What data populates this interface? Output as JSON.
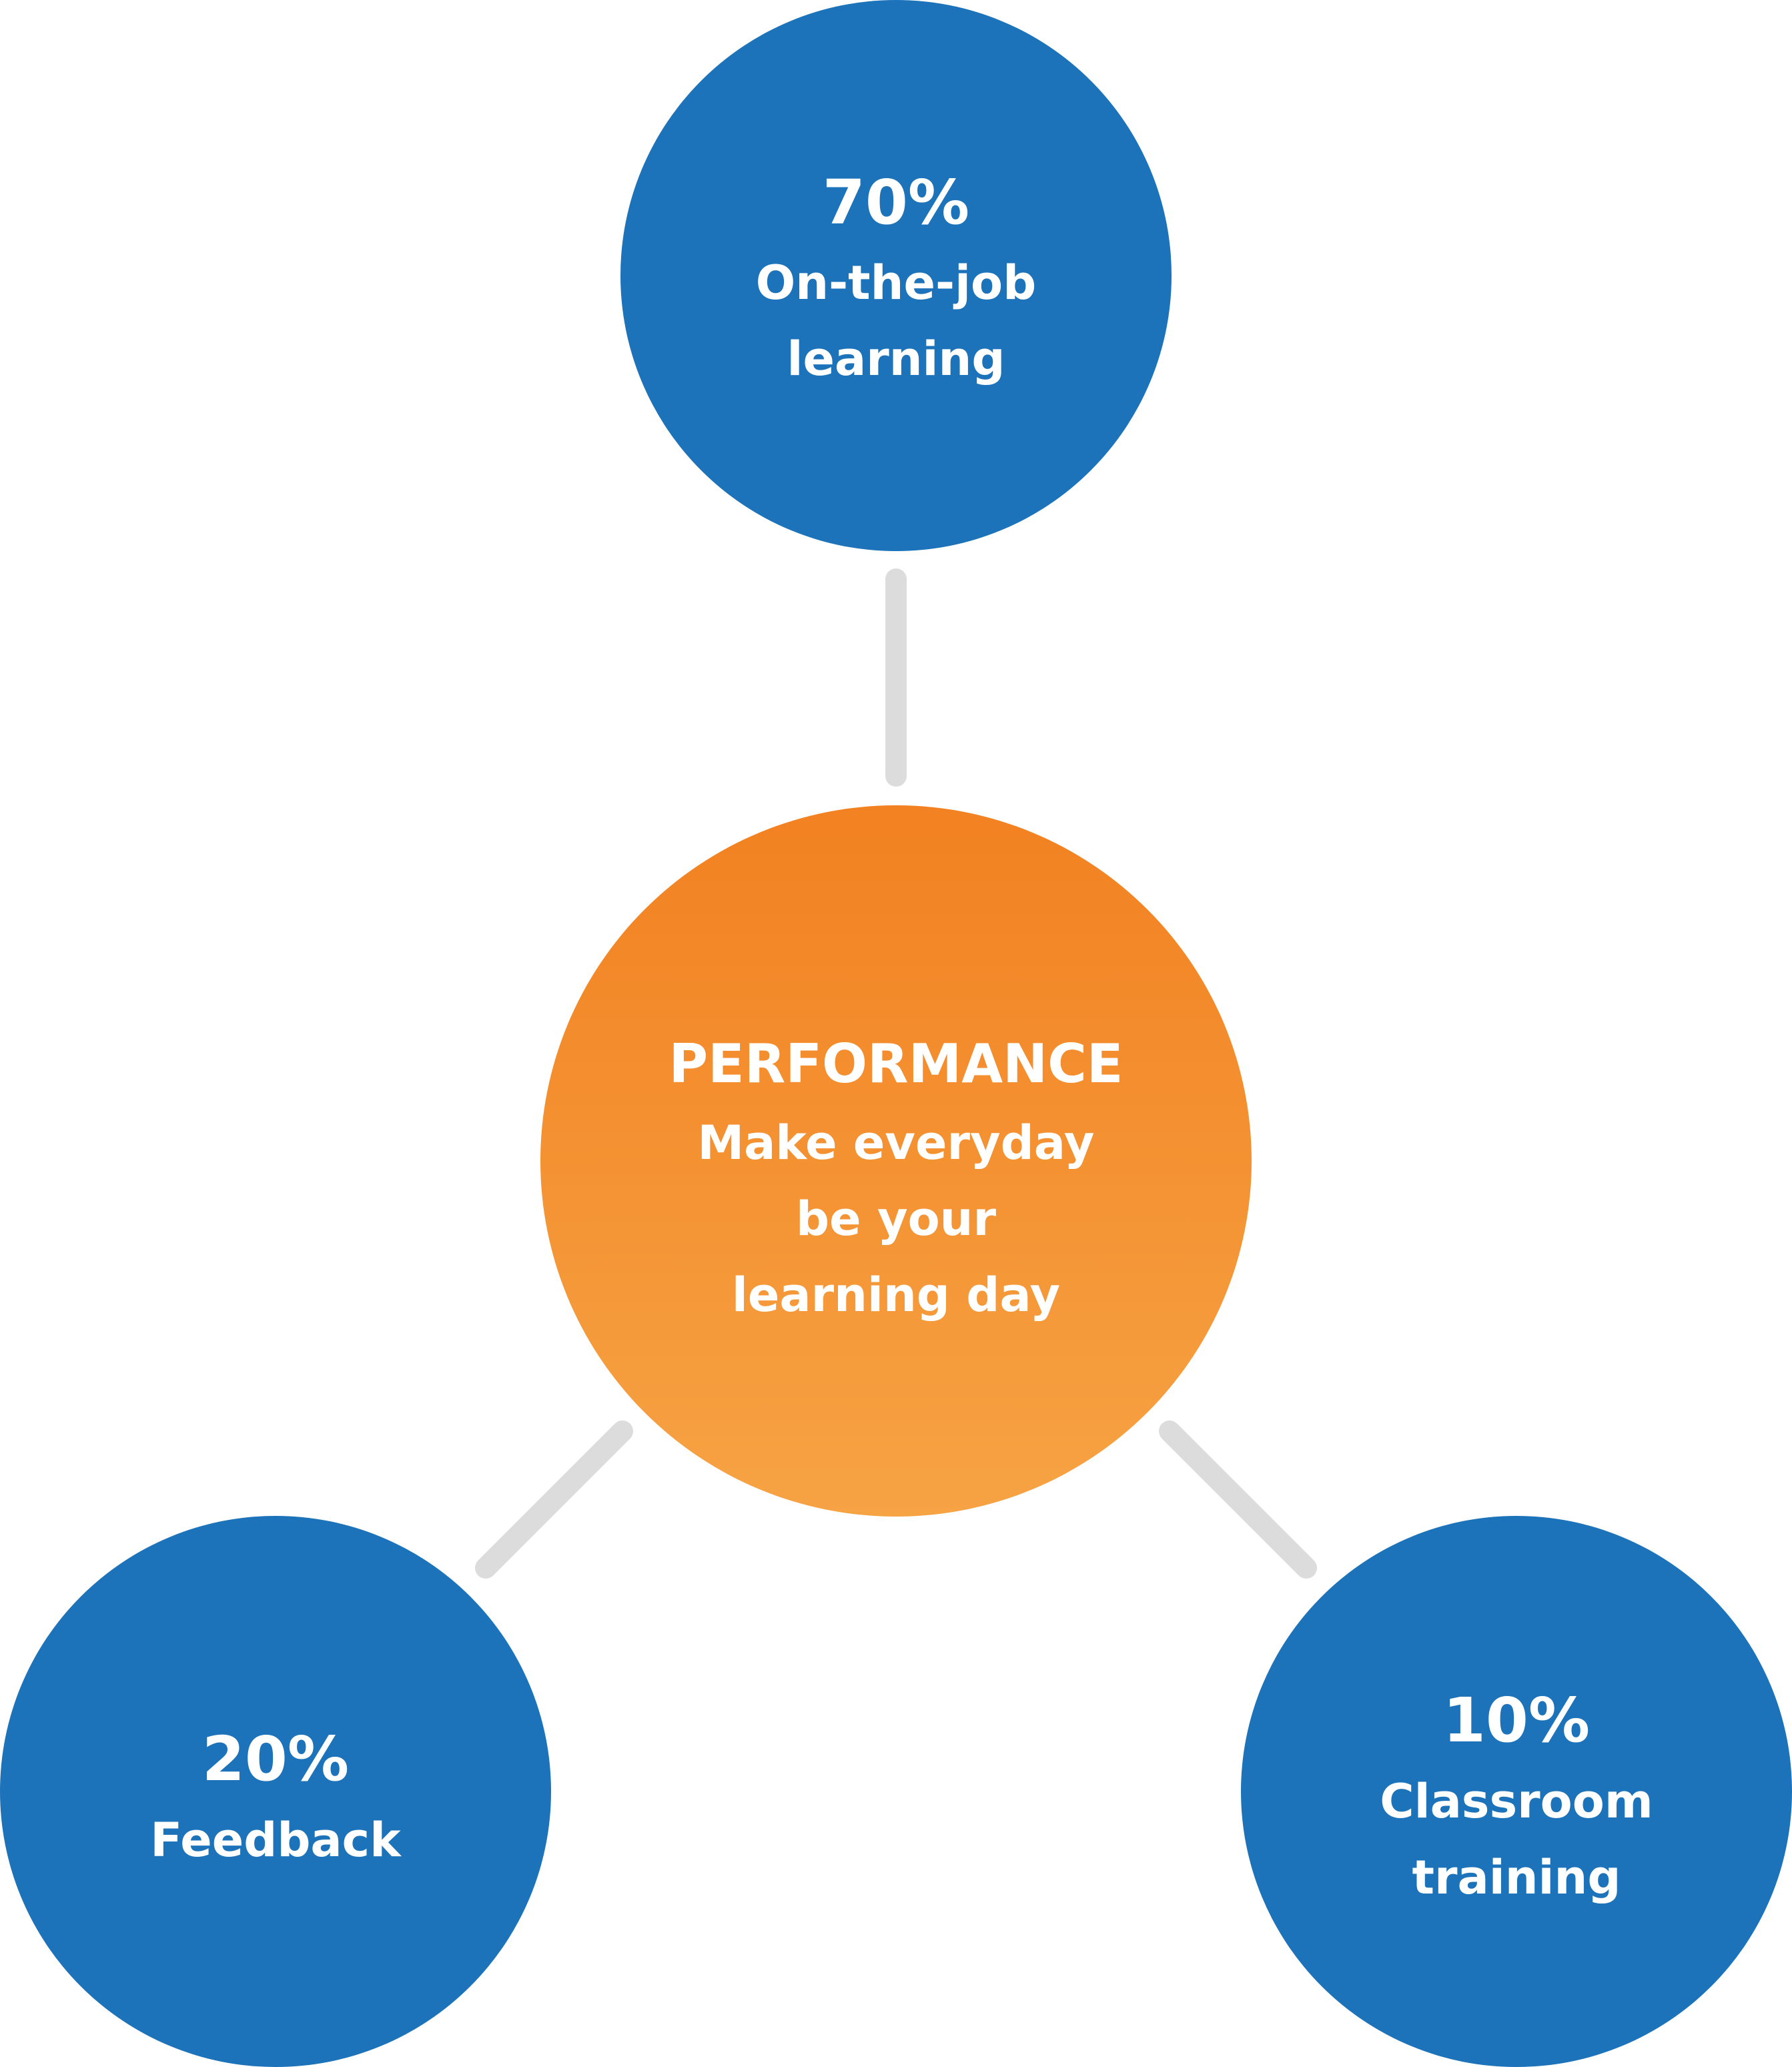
{
  "colors": {
    "blue": "#1c73b9",
    "orange_top": "#f28121",
    "orange_bottom": "#f6a344",
    "connector": "#dcdcdc",
    "text": "#ffffff"
  },
  "center": {
    "title": "PERFORMANCE",
    "line1": "Make everyday",
    "line2": "be your",
    "line3": "learning day"
  },
  "top": {
    "percent": "70%",
    "line1": "On-the-job",
    "line2": "learning"
  },
  "left": {
    "percent": "20%",
    "line1": "Feedback"
  },
  "right": {
    "percent": "10%",
    "line1": "Classroom",
    "line2": "training"
  }
}
